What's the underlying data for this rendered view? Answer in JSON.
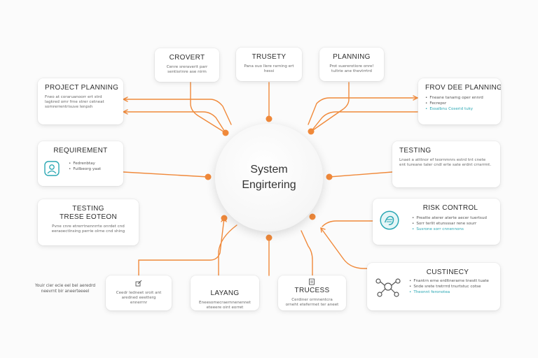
{
  "hub": {
    "line1": "System",
    "line2": "Engirtering"
  },
  "colors": {
    "accent": "#f0893a",
    "teal": "#2aa7b3"
  },
  "cards": {
    "crovert": {
      "title": "CROVERT",
      "desc": "Cenre sreraverit parr sentisrinre ase nirm"
    },
    "trusety": {
      "title": "TRUSETY",
      "desc": "Pana ouo llere rarning ert hessi"
    },
    "planning": {
      "title": "PLANNING",
      "desc": "Prot suererotiore onre! tultrie ane thevtrrtrd"
    },
    "project_planning": {
      "title": "PROJECT PLANNING",
      "desc": "Fneo at coraruanoorr ert strd lagkred omr frne strer cetneat somrerrentrisuve lenpsh"
    },
    "prov_planning": {
      "title": "FROV DEE PLANNING",
      "bullets": [
        "Fneane tanamg oper ennrd",
        "Fecrepsr",
        "Essalbnu Coserid tuky"
      ]
    },
    "requirement": {
      "title": "REQUIREMENT",
      "bullets": [
        "Fedrenbtay",
        "Fuilbeorg yaat"
      ]
    },
    "testing_right": {
      "title": "TESTING",
      "desc": "Lnaet a atttnor ef teornmnrs estrd tnt cnete ent tureane taler cndl erte sate erdnt crrarrmt."
    },
    "testing_left": {
      "title": "TESTING",
      "title2": "TRESE EOTEON",
      "desc": "Pvne cnre etrerrtnennrrte onrdet cnd eeraoectlnsing perrie olrne cnd shing"
    },
    "risk_control": {
      "title": "RISK CONTROL",
      "bullets": [
        "Preatte aterer aterte aecer tuertsud",
        "Sorr terlit etunsssar rene sourr",
        "Susrone sorr cnnennons"
      ]
    },
    "custinecy": {
      "title": "CUSTINECY",
      "bullets": [
        "Fnantrn erne erdltnerarne tnestt tuate",
        "Snde srete tretrrrd tnurtstuc cotse",
        "Theonnt feronotea"
      ]
    },
    "small1": {
      "desc": "Ceedr ledneet sroit ant aredned eeetterg ennerrnr"
    },
    "layang": {
      "title": "LAYANG",
      "desc": "Eneesomecraernnenennet eteeere oint eorret"
    },
    "trucess": {
      "title": "TRUCESS",
      "desc": "Cerdiner orrnnentcra orneht eteferrnet ter aneet"
    }
  },
  "side_note": "Youir cier ecie eel bel aeredrd neevrnt bir aneerteeeel"
}
